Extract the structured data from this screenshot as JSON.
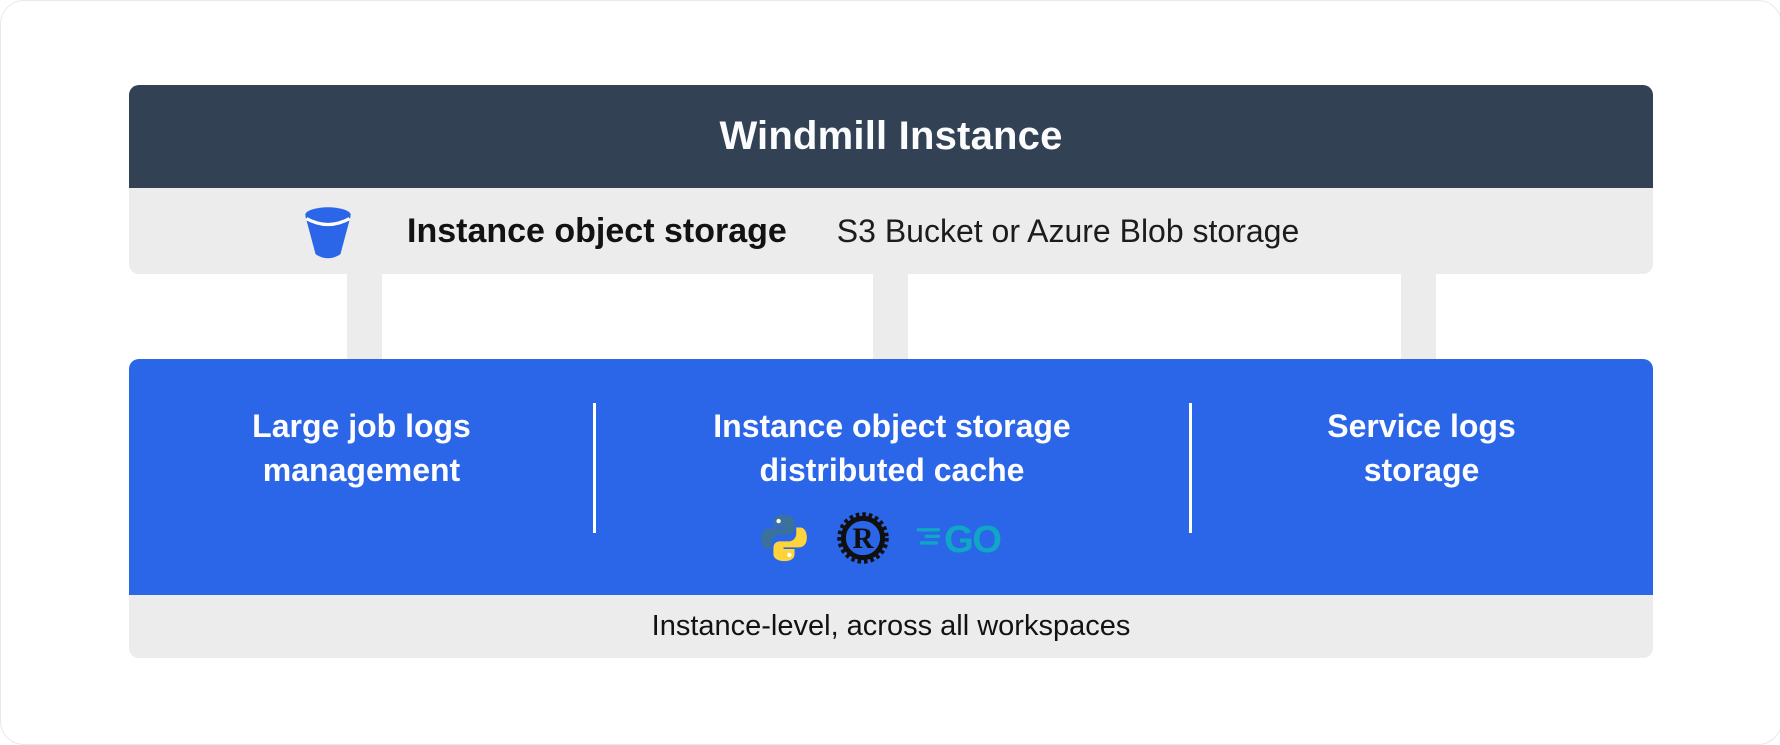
{
  "colors": {
    "header_bg": "#334155",
    "bar_bg": "#edecec",
    "features_bg": "#2b66e8",
    "bucket_blue": "#2b66e8",
    "python_blue": "#3b719d",
    "python_yellow": "#ffd43b",
    "rust_black": "#101010",
    "go_teal": "#10a6c6",
    "text_dark": "#121212",
    "text_light": "#ffffff"
  },
  "header": {
    "title": "Windmill Instance"
  },
  "storage_bar": {
    "icon": "bucket-icon",
    "title": "Instance object storage",
    "subtitle": "S3 Bucket or Azure Blob storage"
  },
  "arrows": {
    "count": 3,
    "color": "#edecec"
  },
  "features": {
    "items": [
      {
        "line1": "Large job logs",
        "line2": "management"
      },
      {
        "line1": "Instance object storage",
        "line2": "distributed cache",
        "tech_icons": [
          "python-logo",
          "rust-logo",
          "go-logo"
        ]
      },
      {
        "line1": "Service logs",
        "line2": "storage"
      }
    ]
  },
  "footer": {
    "label": "Instance-level, across all workspaces"
  }
}
